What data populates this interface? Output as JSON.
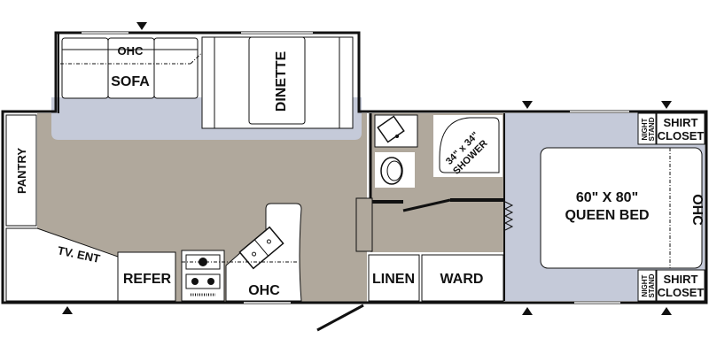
{
  "colors": {
    "living_floor": "#b0a89c",
    "slide_floor": "#c5cad9",
    "bedroom_floor": "#c5cad9",
    "wall": "#111111",
    "furniture": "#ffffff"
  },
  "rooms": {
    "sofa": {
      "ohc": "OHC",
      "label": "SOFA"
    },
    "dinette": "DINETTE",
    "pantry": "PANTRY",
    "tv_ent": "TV. ENT",
    "refer": "REFER",
    "kitchen_ohc": "OHC",
    "shower": {
      "size": "34\" x 34\"",
      "label": "SHOWER"
    },
    "linen": "LINEN",
    "ward": "WARD",
    "bed": {
      "size": "60\" X 80\"",
      "label": "QUEEN BED"
    },
    "bed_ohc": "OHC",
    "night_stand_top": {
      "line1": "NIGHT",
      "line2": "STAND"
    },
    "shirt_closet_top": {
      "line1": "SHIRT",
      "line2": "CLOSET"
    },
    "night_stand_bottom": {
      "line1": "NIGHT",
      "line2": "STAND"
    },
    "shirt_closet_bottom": {
      "line1": "SHIRT",
      "line2": "CLOSET"
    }
  }
}
